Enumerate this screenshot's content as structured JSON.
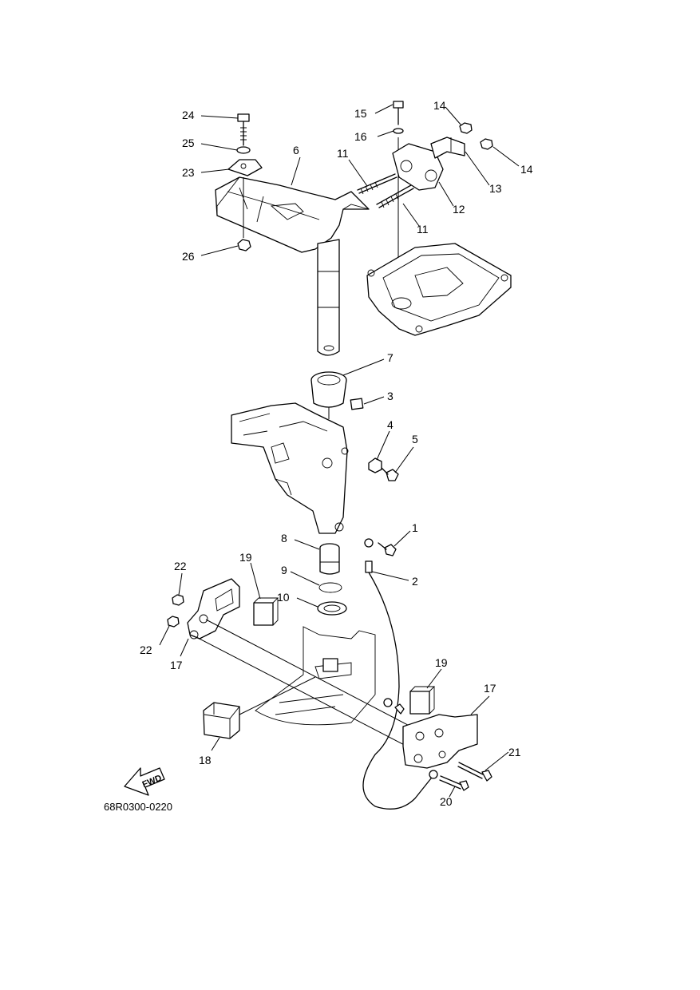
{
  "diagram_code": "68R0300-0220",
  "fwd_label": "FWD",
  "callouts": [
    "1",
    "2",
    "3",
    "4",
    "5",
    "6",
    "7",
    "8",
    "9",
    "10",
    "11",
    "11",
    "12",
    "13",
    "14",
    "14",
    "15",
    "16",
    "17",
    "17",
    "18",
    "19",
    "19",
    "20",
    "21",
    "22",
    "22",
    "23",
    "24",
    "25",
    "26"
  ]
}
